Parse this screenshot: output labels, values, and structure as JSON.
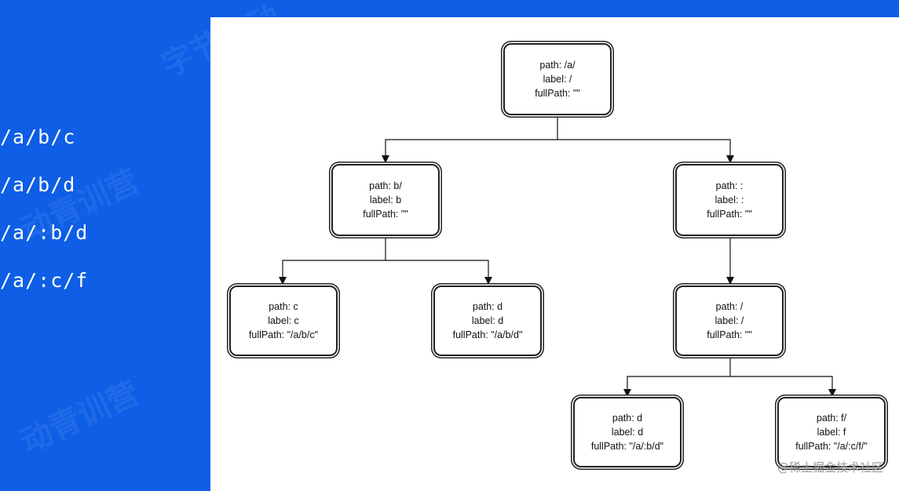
{
  "routes": [
    "/a/b/c",
    "/a/b/d",
    "/a/:b/d",
    "/a/:c/f"
  ],
  "tree": {
    "root": {
      "path": "path: /a/",
      "label": "label: /",
      "fullPath": "fullPath: \"\""
    },
    "b": {
      "path": "path: b/",
      "label": "label: b",
      "fullPath": "fullPath: \"\""
    },
    "colon": {
      "path": "path: :",
      "label": "label: :",
      "fullPath": "fullPath: \"\""
    },
    "c": {
      "path": "path: c",
      "label": "label: c",
      "fullPath": "fullPath: \"/a/b/c\""
    },
    "d1": {
      "path": "path: d",
      "label": "label: d",
      "fullPath": "fullPath: \"/a/b/d\""
    },
    "slash": {
      "path": "path: /",
      "label": "label: /",
      "fullPath": "fullPath: \"\""
    },
    "d2": {
      "path": "path: d",
      "label": "label: d",
      "fullPath": "fullPath: \"/a/:b/d\""
    },
    "f": {
      "path": "path: f/",
      "label": "label: f",
      "fullPath": "fullPath: \"/a/:c/f/\""
    }
  },
  "watermark": "@稀土掘金技术社区"
}
